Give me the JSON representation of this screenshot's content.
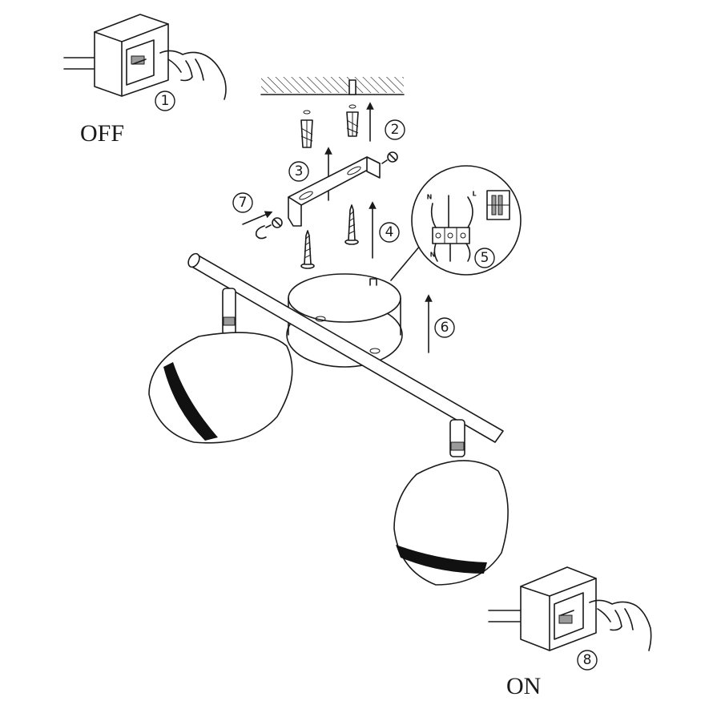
{
  "labels": {
    "off": "OFF",
    "on": "ON"
  },
  "steps": {
    "s1": "1",
    "s2": "2",
    "s3": "3",
    "s4": "4",
    "s5": "5",
    "s6": "6",
    "s7": "7",
    "s8": "8"
  },
  "wiring": {
    "neutral": "N",
    "live": "L"
  },
  "colors": {
    "line": "#1a1a1a",
    "band": "#111111",
    "background": "#ffffff"
  }
}
